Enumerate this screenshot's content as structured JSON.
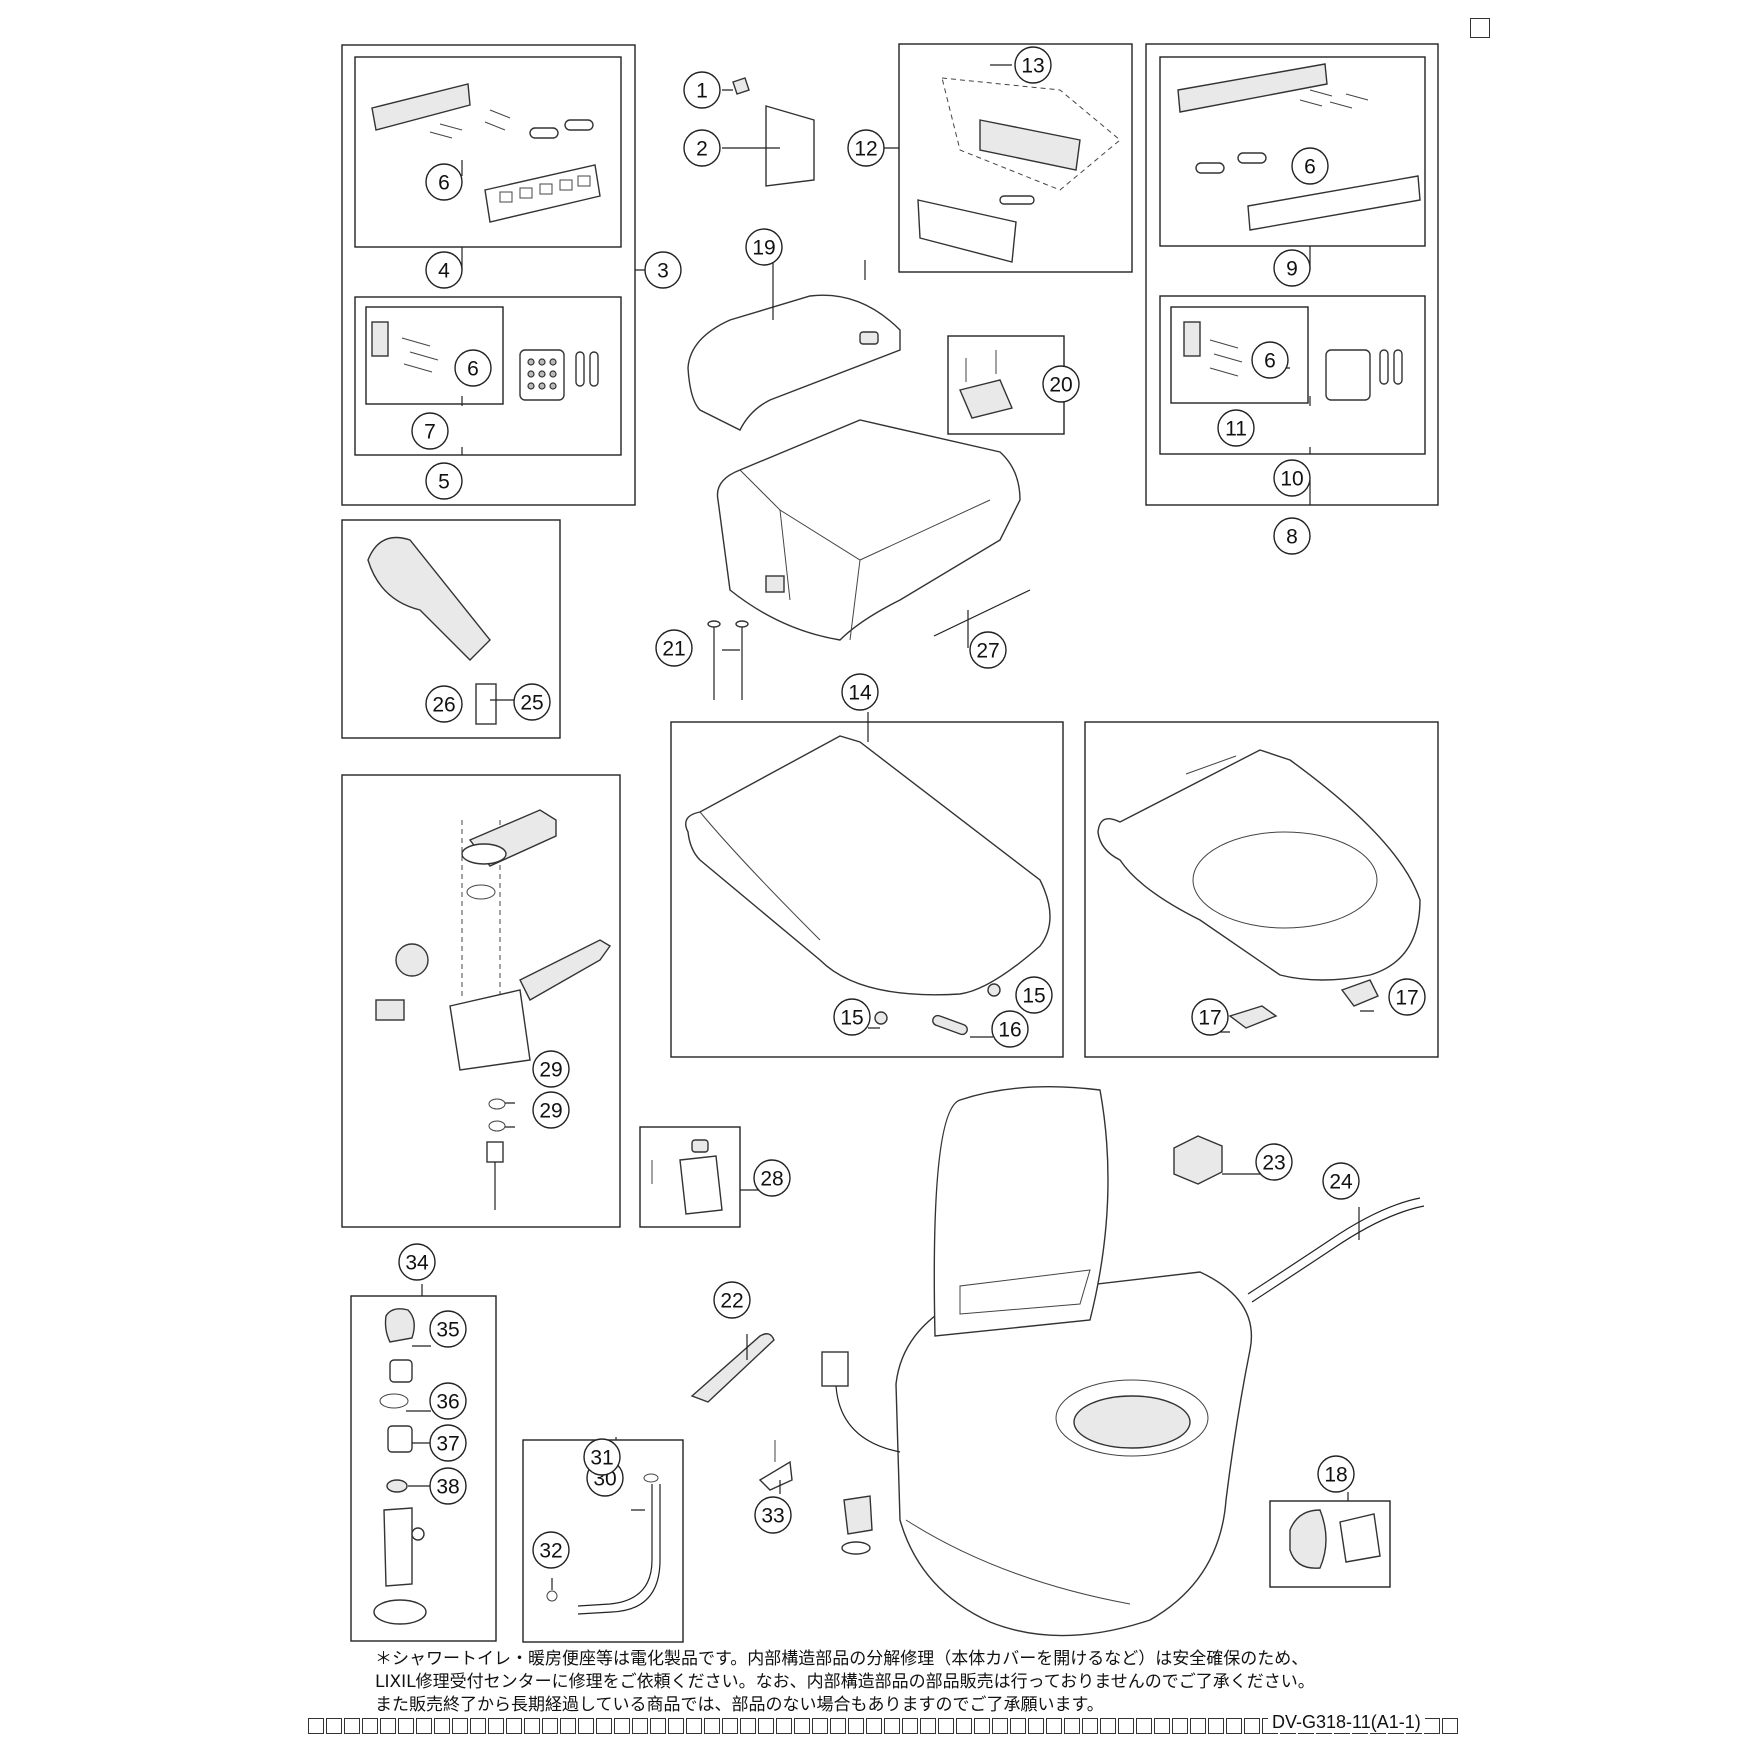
{
  "callouts": [
    "1",
    "2",
    "3",
    "4",
    "5",
    "6",
    "7",
    "8",
    "9",
    "10",
    "11",
    "12",
    "13",
    "14",
    "15",
    "16",
    "17",
    "18",
    "19",
    "20",
    "21",
    "22",
    "23",
    "24",
    "25",
    "26",
    "27",
    "28",
    "29",
    "30",
    "31",
    "32",
    "33",
    "34",
    "35",
    "36",
    "37",
    "38"
  ],
  "notes": [
    "＊シャワートイレ・暖房便座等は電化製品です。内部構造部品の分解修理（本体カバーを開けるなど）は安全確保のため、",
    "LIXIL修理受付センターに修理をご依頼ください。なお、内部構造部品の部品販売は行っておりませんのでご了承ください。",
    "また販売終了から長期経過している商品では、部品のない場合もありますのでご了承願います。"
  ],
  "doc_code": "DV-G318-11(A1-1)"
}
